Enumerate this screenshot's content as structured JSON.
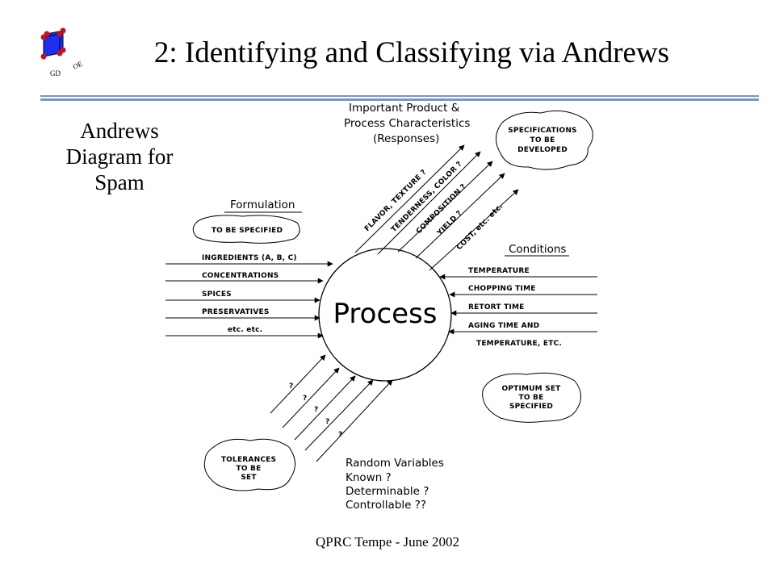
{
  "slide": {
    "title": "2:  Identifying and Classifying via Andrews",
    "subtitle_lines": [
      "Andrews",
      "Diagram for",
      "Spam"
    ],
    "footer": "QPRC Tempe - June 2002",
    "logo": {
      "left_text": "GD",
      "right_text": "OE",
      "cube_color": "#1e2ff0",
      "dot_color": "#c0151f"
    },
    "rule_color": "#7f93c8"
  },
  "diagram": {
    "center_label": "Process",
    "responses_heading": [
      "Important Product &",
      "Process Characteristics",
      "(Responses)"
    ],
    "responses": [
      "FLAVOR, TEXTURE ?",
      "TENDERNESS, COLOR ?",
      "COMPOSITION ?",
      "YIELD ?",
      "COST, etc. etc."
    ],
    "specifications_cloud": [
      "SPECIFICATIONS",
      "TO BE",
      "DEVELOPED"
    ],
    "formulation_heading": "Formulation",
    "formulation_cloud": "TO BE SPECIFIED",
    "formulation_inputs": [
      "INGREDIENTS (A, B, C)",
      "CONCENTRATIONS",
      "SPICES",
      "PRESERVATIVES",
      "etc. etc."
    ],
    "conditions_heading": "Conditions",
    "conditions_inputs": [
      "TEMPERATURE",
      "CHOPPING TIME",
      "RETORT TIME",
      "AGING TIME AND",
      "TEMPERATURE, ETC."
    ],
    "optimum_cloud": [
      "OPTIMUM SET",
      "TO BE",
      "SPECIFIED"
    ],
    "random_marks": [
      "?",
      "?",
      "?",
      "?",
      "?"
    ],
    "tolerances_cloud": [
      "TOLERANCES",
      "TO BE",
      "SET"
    ],
    "random_heading": [
      "Random Variables",
      "Known ?",
      "Determinable ?",
      "Controllable ??"
    ]
  }
}
